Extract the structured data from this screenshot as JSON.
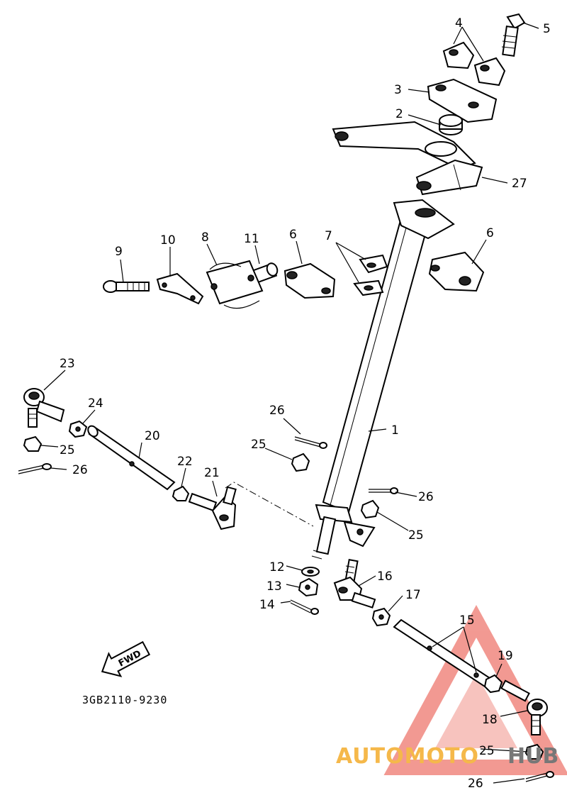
{
  "diagram": {
    "part_code": "3GB2110-9230",
    "fwd_label": "FWD",
    "callouts": [
      "1",
      "2",
      "3",
      "4",
      "5",
      "6",
      "6",
      "7",
      "8",
      "9",
      "10",
      "11",
      "12",
      "13",
      "14",
      "15",
      "16",
      "17",
      "18",
      "19",
      "20",
      "21",
      "22",
      "23",
      "24",
      "25",
      "25",
      "25",
      "25",
      "25",
      "26",
      "26",
      "26",
      "26",
      "26",
      "27"
    ]
  },
  "watermark": {
    "brand_part1": "AUTOMOTO",
    "brand_part2": "HUB",
    "colors": {
      "triangle": "#e8473a",
      "auto": "#f5b84a",
      "hub": "#777777"
    }
  }
}
